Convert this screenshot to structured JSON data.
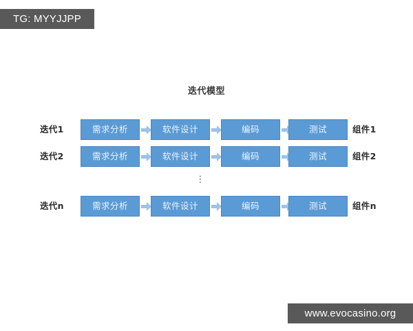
{
  "watermarks": {
    "top_left": "TG: MYYJJPP",
    "bottom_right": "www.evocasino.org"
  },
  "diagram": {
    "title": "迭代模型",
    "ellipsis": "⋮",
    "stage_colors": {
      "fill": "#5B9BD5",
      "border": "#4A86BD",
      "text": "#EEF4FB",
      "arrow": "#9DC3E6"
    },
    "arrow_icon": "right-arrow-icon",
    "rows": [
      {
        "label": "迭代1",
        "stages": [
          "需求分析",
          "软件设计",
          "编码",
          "测试"
        ],
        "output": "组件1"
      },
      {
        "label": "迭代2",
        "stages": [
          "需求分析",
          "软件设计",
          "编码",
          "测试"
        ],
        "output": "组件2"
      },
      {
        "label": "迭代n",
        "stages": [
          "需求分析",
          "软件设计",
          "编码",
          "测试"
        ],
        "output": "组件n"
      }
    ]
  }
}
